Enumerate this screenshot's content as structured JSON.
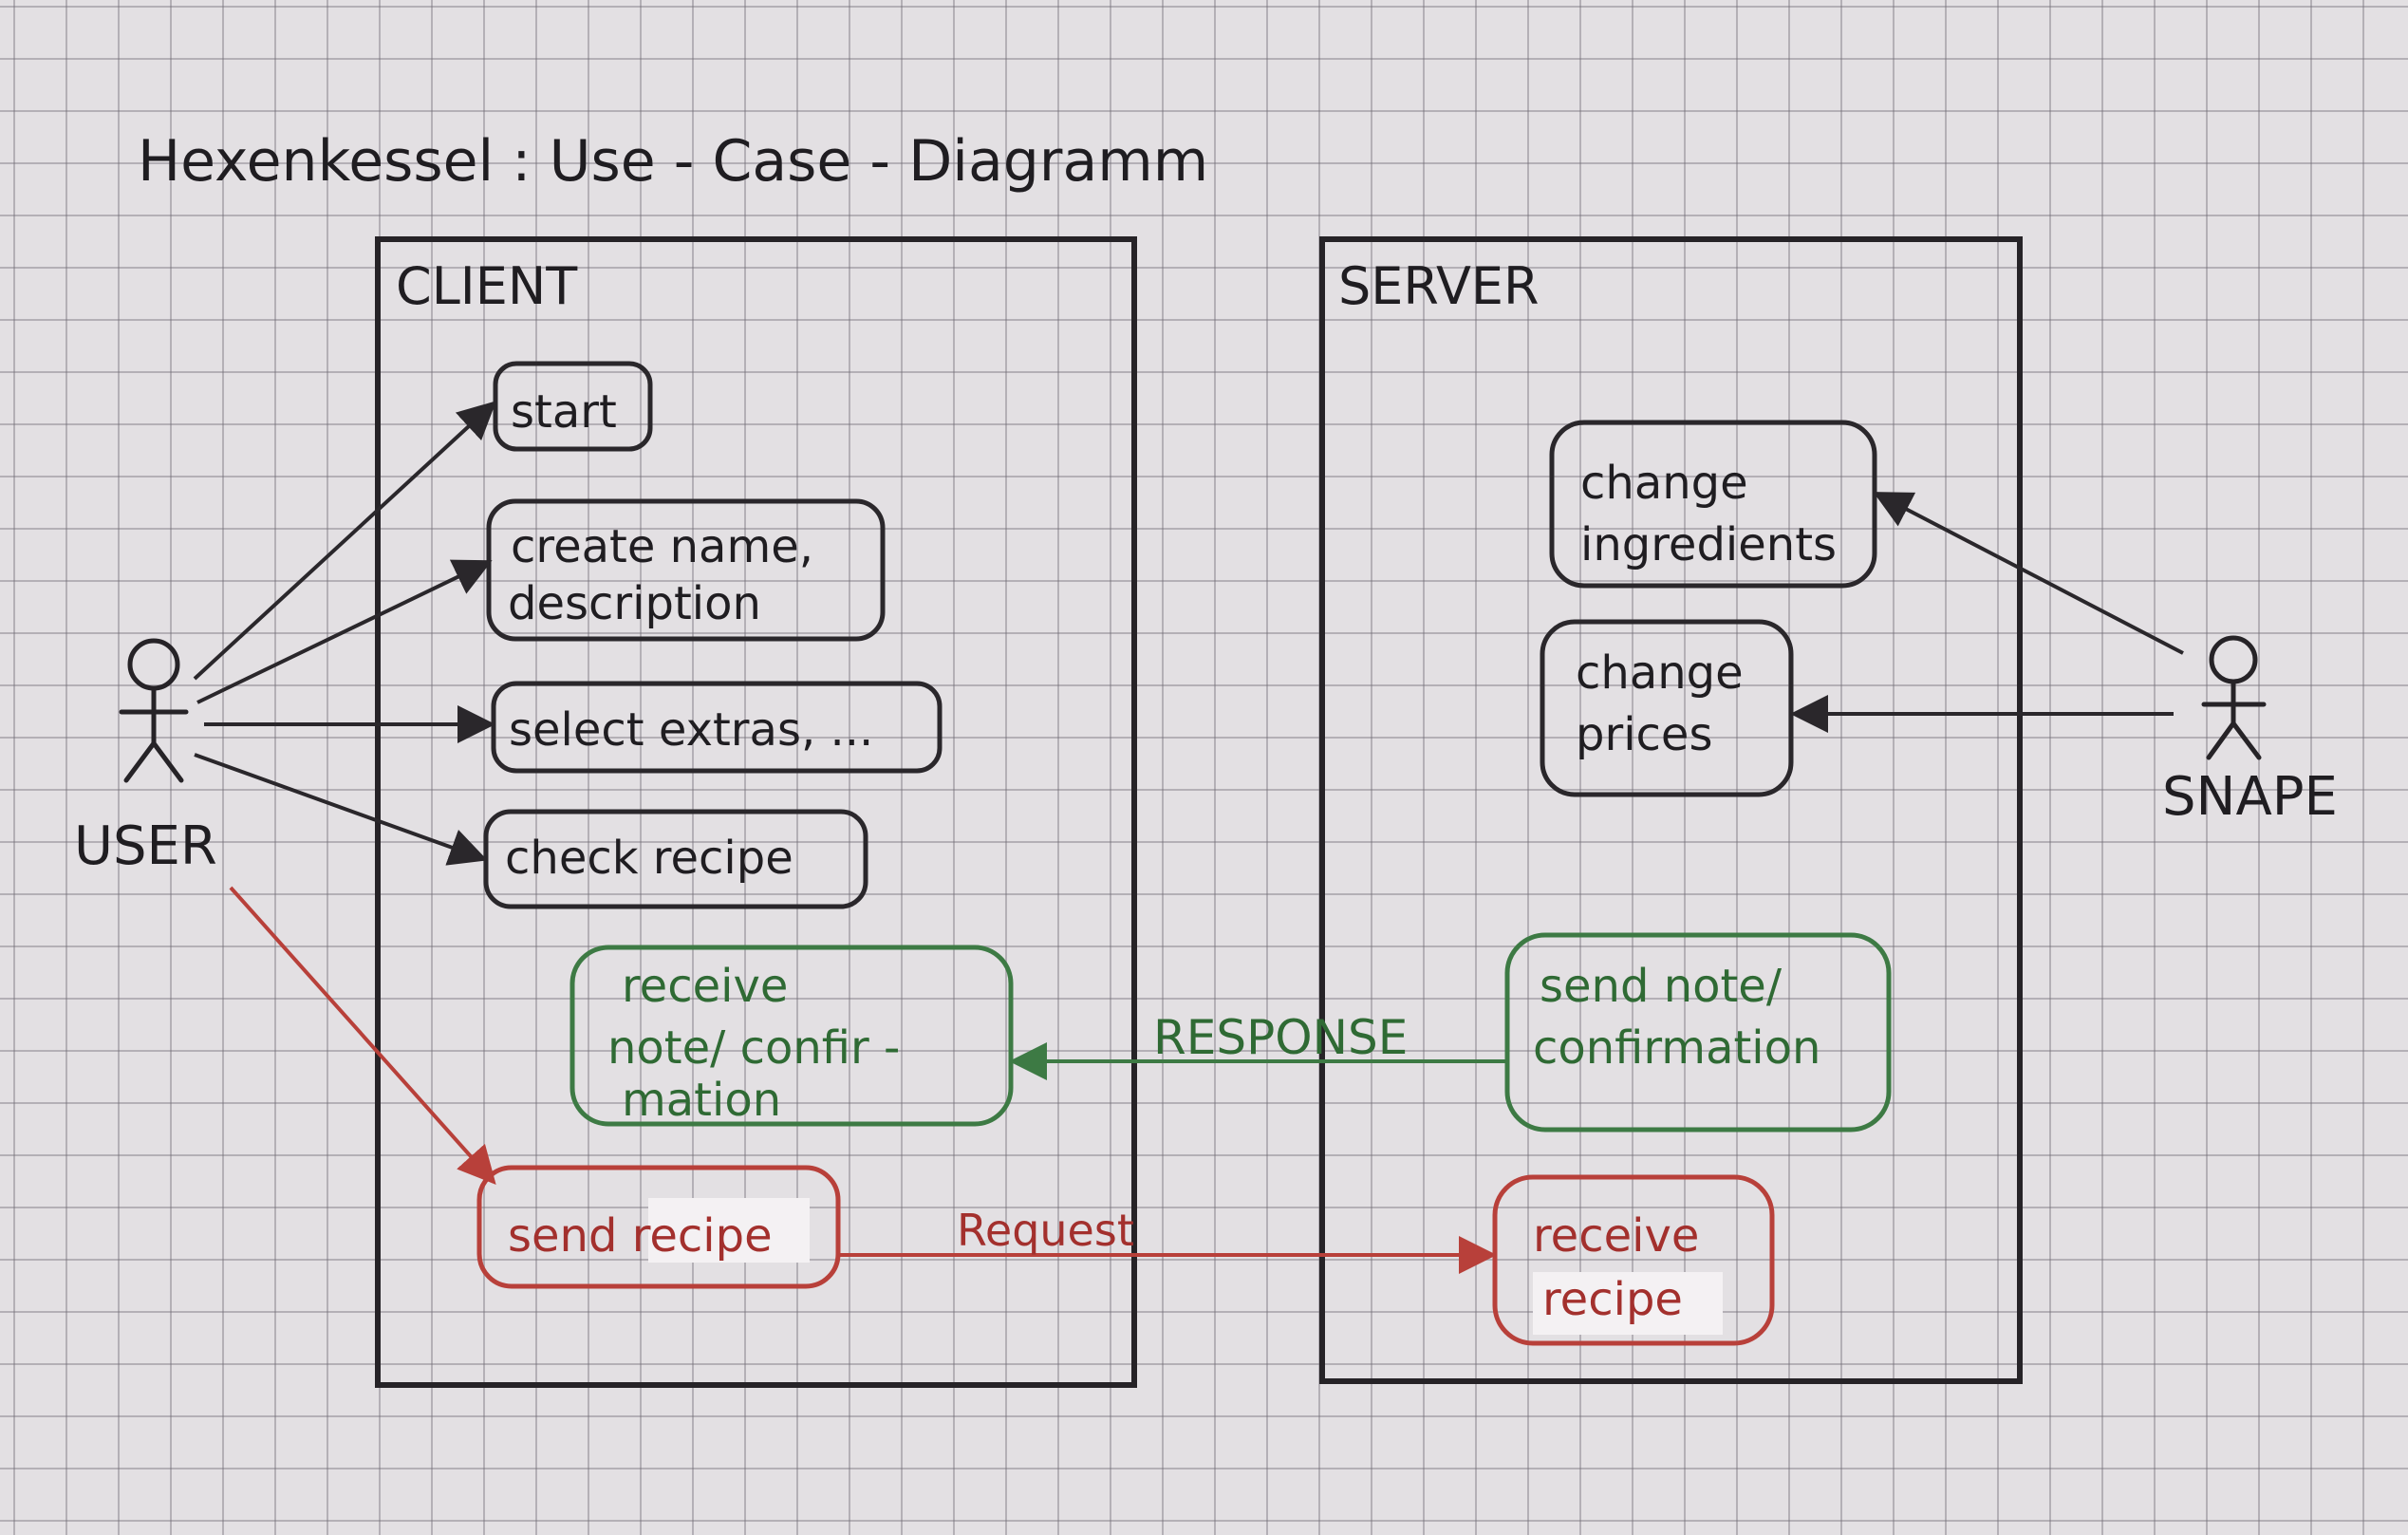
{
  "title": "Hexenkessel : Use - Case - Diagramm",
  "systems": {
    "client": {
      "label": "CLIENT"
    },
    "server": {
      "label": "SERVER"
    }
  },
  "actors": {
    "user": {
      "label": "USER"
    },
    "snape": {
      "label": "SNAPE"
    }
  },
  "use_cases": {
    "start": {
      "lines": [
        "start"
      ]
    },
    "create_name": {
      "lines": [
        "create name,",
        "description"
      ]
    },
    "select_extras": {
      "lines": [
        "select extras, ..."
      ]
    },
    "check_recipe": {
      "lines": [
        "check recipe"
      ]
    },
    "receive_note": {
      "lines": [
        "receive",
        "note/ confir -",
        "mation"
      ]
    },
    "send_recipe": {
      "lines": [
        "send recipe"
      ]
    },
    "change_ingredients": {
      "lines": [
        "change",
        "ingredients"
      ]
    },
    "change_prices": {
      "lines": [
        "change",
        "prices"
      ]
    },
    "send_note": {
      "lines": [
        "send note/",
        "confirmation"
      ]
    },
    "receive_recipe": {
      "lines": [
        "receive",
        "recipe"
      ]
    }
  },
  "edges": {
    "response": {
      "label": "RESPONSE"
    },
    "request": {
      "label": "Request"
    }
  },
  "colors": {
    "ink": "#2a272b",
    "green": "#3d7a44",
    "red": "#b8403a",
    "paper": "#e3e0e3"
  }
}
